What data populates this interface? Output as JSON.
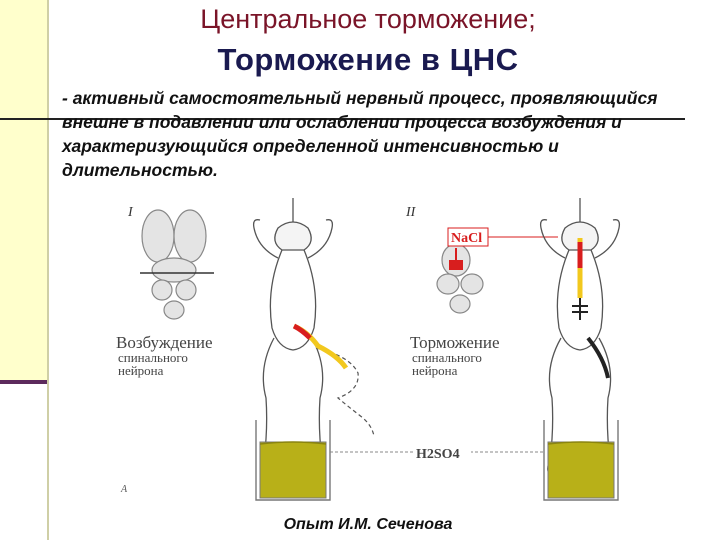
{
  "slide": {
    "title_line1": "Центральное торможение;",
    "title_line2": "Торможение в ЦНС",
    "definition": "- активный самостоятельный нервный процесс, проявляющийся внешне в подавлении или ослаблении процесса возбуждения и характеризующийся определенной интенсивностью и длительностью.",
    "caption": "Опыт И.М. Сеченова"
  },
  "figure": {
    "panel_left_numeral": "I",
    "panel_right_numeral": "II",
    "left_label_main": "Возбуждение",
    "left_label_sub1": "спинального",
    "left_label_sub2": "нейрона",
    "right_label_main": "Торможение",
    "right_label_sub1": "спинального",
    "right_label_sub2": "нейрона",
    "salt_label": "NaCl",
    "acid_label": "H2SO4",
    "corner_letter": "A"
  },
  "colors": {
    "title1": "#7a1428",
    "title2": "#1a1a50",
    "sidebar": "#ffffcc",
    "accent_line": "#5c2a5c",
    "acid_liquid": "#b8b018",
    "nerve_red": "#d81e1e",
    "nerve_yellow": "#f2c81e"
  }
}
